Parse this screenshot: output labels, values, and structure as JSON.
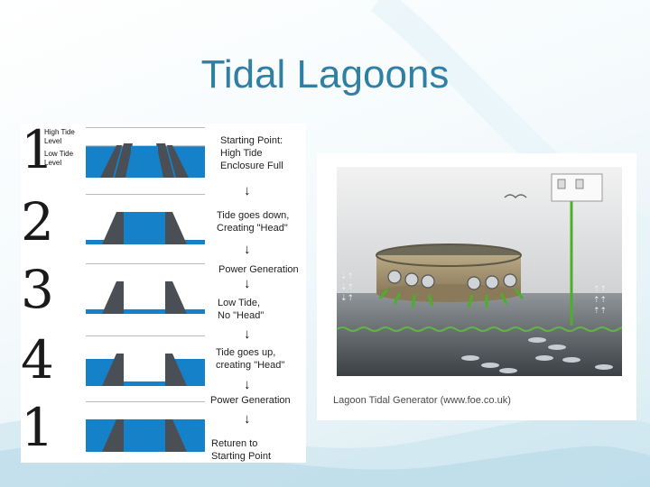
{
  "slide": {
    "title": "Tidal Lagoons"
  },
  "diagram": {
    "numbers": [
      "1",
      "2",
      "3",
      "4",
      "1"
    ],
    "levels": {
      "high_tide_line1": "High Tide",
      "high_tide_line2": "Level",
      "low_tide_line1": "Low Tide",
      "low_tide_line2": "Level"
    },
    "steps": [
      {
        "line1": "Starting Point:",
        "line2": "High Tide",
        "line3": "Enclosure Full"
      },
      {
        "line1": "Tide goes down,",
        "line2": "Creating \"Head\""
      },
      {
        "line1": "Power Generation"
      },
      {
        "line1": "Low Tide,",
        "line2": "No \"Head\""
      },
      {
        "line1": "Tide goes up,",
        "line2": "creating  \"Head\""
      },
      {
        "line1": "Power Generation"
      },
      {
        "line1": "Returen to",
        "line2": "Starting Point"
      }
    ],
    "colors": {
      "water": "#1581c9",
      "wall": "#4a4f55"
    }
  },
  "illustration": {
    "caption": "Lagoon Tidal Generator (www.foe.co.uk)"
  }
}
